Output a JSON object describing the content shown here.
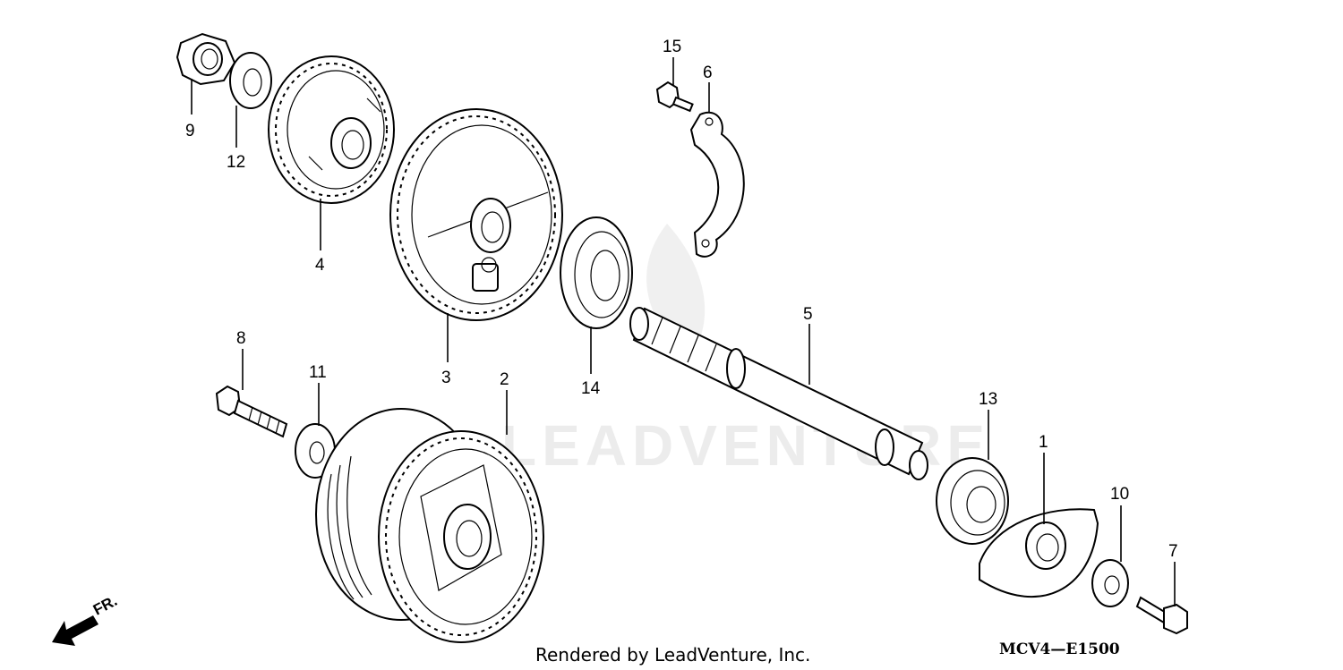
{
  "watermark": {
    "text": "LEADVENTURE"
  },
  "footer": {
    "rendered_by": "Rendered by LeadVenture, Inc.",
    "diagram_code": "MCV4—E1500"
  },
  "direction_marker": {
    "label": "FR.",
    "icon": "arrow-front-icon"
  },
  "callouts": [
    {
      "id": "1",
      "label": "1"
    },
    {
      "id": "2",
      "label": "2"
    },
    {
      "id": "3",
      "label": "3"
    },
    {
      "id": "4",
      "label": "4"
    },
    {
      "id": "5",
      "label": "5"
    },
    {
      "id": "6",
      "label": "6"
    },
    {
      "id": "7",
      "label": "7"
    },
    {
      "id": "8",
      "label": "8"
    },
    {
      "id": "9",
      "label": "9"
    },
    {
      "id": "10",
      "label": "10"
    },
    {
      "id": "11",
      "label": "11"
    },
    {
      "id": "12",
      "label": "12"
    },
    {
      "id": "13",
      "label": "13"
    },
    {
      "id": "14",
      "label": "14"
    },
    {
      "id": "15",
      "label": "15"
    }
  ]
}
